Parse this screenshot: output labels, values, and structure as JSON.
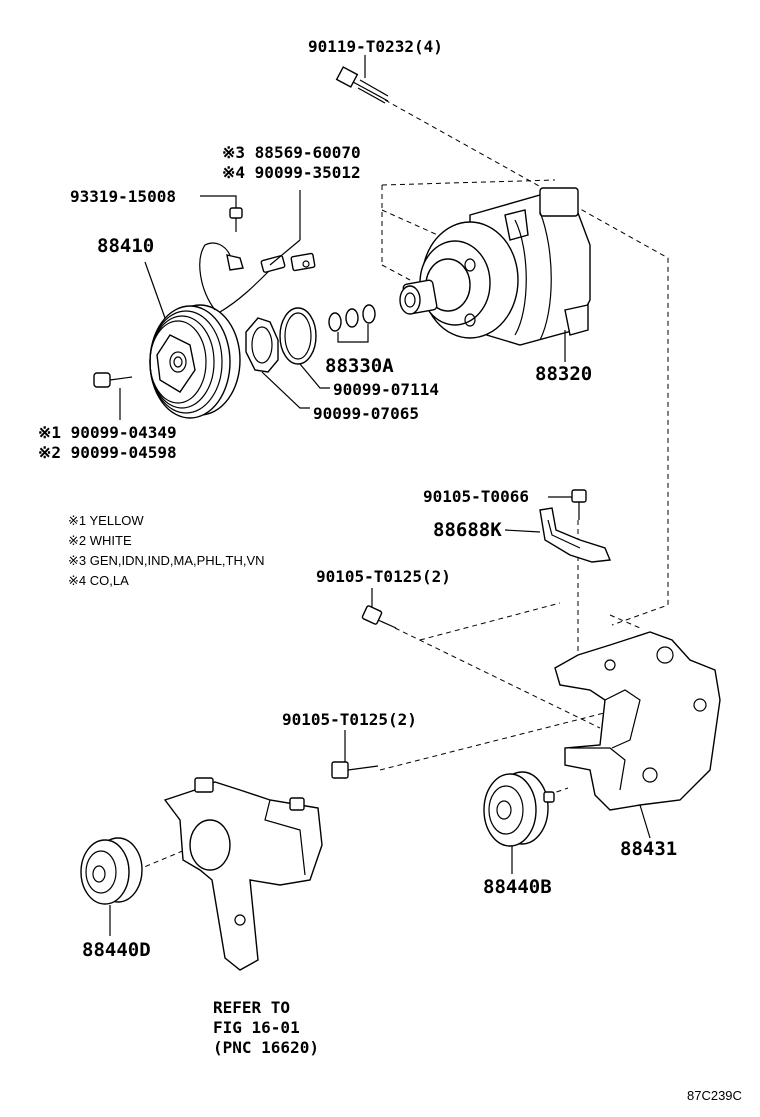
{
  "callouts": {
    "bolt_top": "90119-T0232(4)",
    "wire_a": "※3 88569-60070",
    "wire_b": "※4 90099-35012",
    "screw": "93319-15008",
    "clutch": "88410",
    "shims": "88330A",
    "snap_ring": "90099-07114",
    "ring2": "90099-07065",
    "compressor": "88320",
    "bolt_clutch_1": "※1 90099-04349",
    "bolt_clutch_2": "※2 90099-04598",
    "bolt_bracket_small": "90105-T0066",
    "stay": "88688K",
    "bolt_mid": "90105-T0125(2)",
    "bolt_low": "90105-T0125(2)",
    "bracket": "88431",
    "idler_b": "88440B",
    "idler_d": "88440D"
  },
  "notes": [
    "※1 YELLOW",
    "※2 WHITE",
    "※3 GEN,IDN,IND,MA,PHL,TH,VN",
    "※4 CO,LA"
  ],
  "refer": {
    "line1": "REFER TO",
    "line2": "FIG 16-01",
    "line3": "(PNC 16620)"
  },
  "figure_code": "87C239C"
}
